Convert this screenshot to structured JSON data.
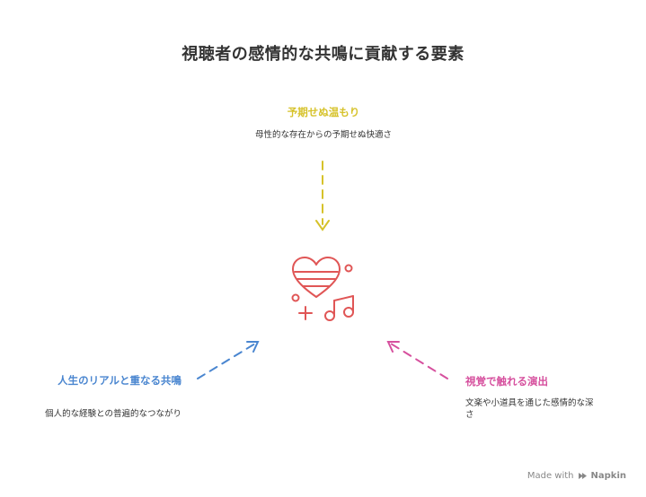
{
  "title": "視聴者の感情的な共鳴に貢献する要素",
  "nodes": {
    "top": {
      "title": "予期せぬ温もり",
      "description": "母性的な存在からの予期せぬ快適さ",
      "color": "#d6c22a"
    },
    "left": {
      "title": "人生のリアルと重なる共鳴",
      "description": "個人的な経験との普遍的なつながり",
      "color": "#4a86d0"
    },
    "right": {
      "title": "視覚で触れる演出",
      "description": "文楽や小道具を通じた感情的な深さ",
      "color": "#d6509e"
    }
  },
  "center": {
    "icon": "heart-music-icon",
    "color": "#e05656"
  },
  "watermark": {
    "prefix": "Made with",
    "brand": "Napkin"
  }
}
